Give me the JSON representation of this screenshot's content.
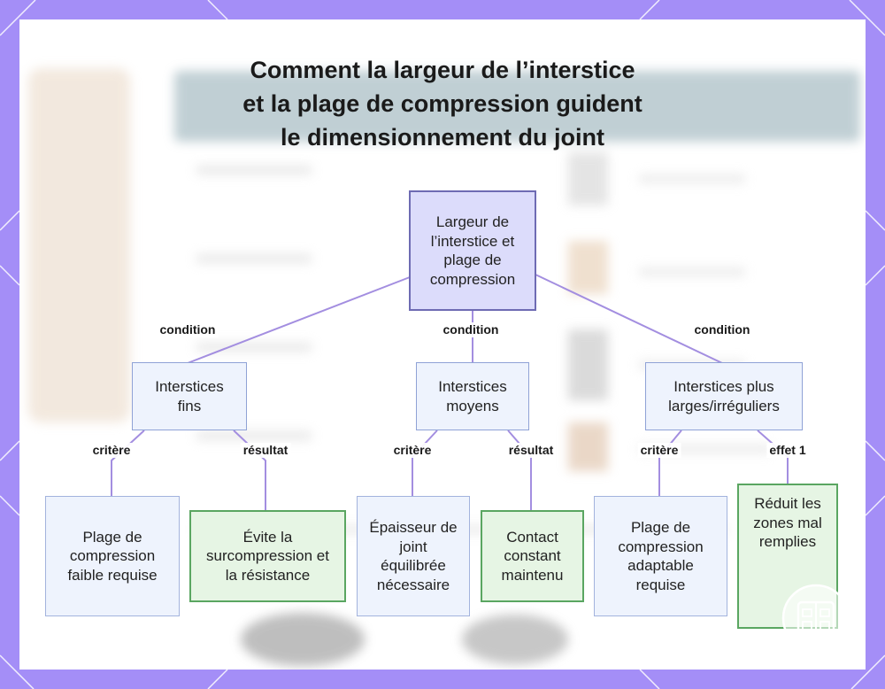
{
  "title_lines": [
    "Comment la largeur de l’interstice",
    "et la plage de compression guident",
    "le dimensionnement du joint"
  ],
  "nodes": {
    "root": "Largeur de l’interstice et plage de compression",
    "fins": "Interstices fins",
    "moyens": "Interstices moyens",
    "larges": "Interstices plus larges/irréguliers",
    "fins_critere": "Plage de compression faible requise",
    "fins_resultat": "Évite la surcompression et la résistance",
    "moyens_critere": "Épaisseur de joint équilibrée nécessaire",
    "moyens_resultat": "Contact constant maintenu",
    "larges_critere": "Plage de compression adaptable requise",
    "larges_effet": "Réduit les zones mal remplies"
  },
  "edge_labels": {
    "condition_fins": "condition",
    "condition_moyens": "condition",
    "condition_larges": "condition",
    "critere_fins": "critère",
    "resultat_fins": "résultat",
    "critere_moyens": "critère",
    "resultat_moyens": "résultat",
    "critere_larges": "critère",
    "effet_larges": "effet 1"
  },
  "colors": {
    "frame": "#a48ef7",
    "edge": "#a38ee0",
    "root_fill": "#dcdcfb",
    "node_fill": "#eef3fd",
    "result_fill": "#e6f5e4",
    "result_border": "#5aa661"
  }
}
